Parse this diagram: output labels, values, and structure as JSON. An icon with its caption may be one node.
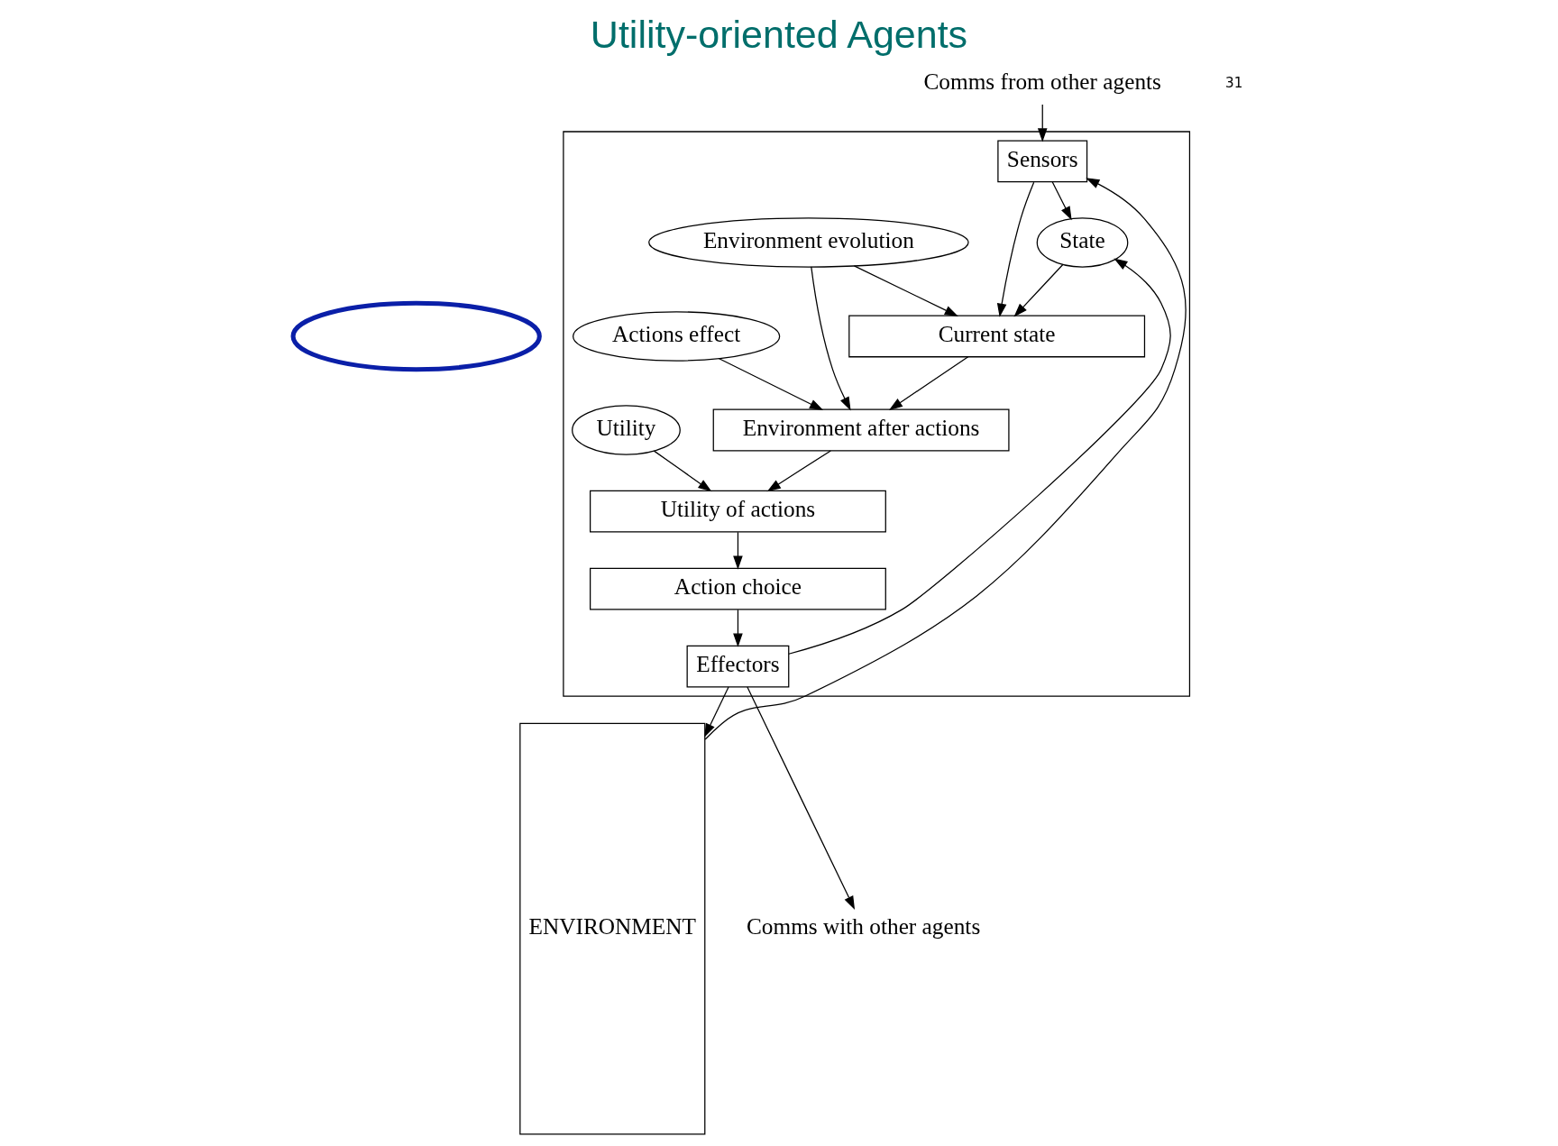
{
  "diagram": {
    "title": "Utility-oriented Agents",
    "nodes": [
      {
        "text": [],
        "shape": "box"
      },
      {
        "text": [
          "Sensors"
        ],
        "in": 0
      },
      {
        "text": [
          "State"
        ],
        "in": 0
      },
      {
        "text": [
          "Current state"
        ],
        "in": 0
      },
      {
        "text": [
          "Environment evolution"
        ],
        "in": 0
      },
      {
        "text": [
          "Environment after actions"
        ],
        "in": 0
      },
      {
        "text": [
          "Actions effect"
        ],
        "in": 0
      },
      {
        "text": [
          "Utility of actions"
        ],
        "in": 0
      },
      {
        "text": [
          "Utility"
        ],
        "in": 0
      },
      {
        "text": [
          "Action choice"
        ],
        "in": 0
      },
      {
        "text": [
          "Effectors"
        ],
        "in": 0
      },
      {
        "text": [
          "ENVIRONMENT"
        ]
      },
      {
        "text": [
          "Comms from other agents"
        ]
      },
      {
        "text": [
          "Comms with other agents"
        ]
      },
      {
        "text": [],
        "shape": "ellipse"
      }
    ],
    "edges": [
      {
        "from": 12,
        "to": 1,
        "arrow": "to"
      },
      {
        "from": 1,
        "to": 2,
        "arrow": "to"
      },
      {
        "from": 11,
        "to": 1,
        "arrow": "to"
      },
      {
        "from": 1,
        "to": 3,
        "arrow": "to"
      },
      {
        "from": 2,
        "to": 3,
        "arrow": "to"
      },
      {
        "from": 4,
        "to": 3,
        "arrow": "to"
      },
      {
        "from": 4,
        "to": 5,
        "arrow": "to"
      },
      {
        "from": 6,
        "to": 5,
        "arrow": "to"
      },
      {
        "from": 3,
        "to": 5,
        "arrow": "to"
      },
      {
        "from": 5,
        "to": 7,
        "arrow": "to"
      },
      {
        "from": 8,
        "to": 7,
        "arrow": "to"
      },
      {
        "from": 7,
        "to": 9,
        "arrow": "to"
      },
      {
        "from": 9,
        "to": 10,
        "arrow": "to"
      },
      {
        "from": 10,
        "to": 2,
        "arrow": "to"
      },
      {
        "from": 10,
        "to": 11,
        "arrow": "to"
      },
      {
        "from": 10,
        "to": 13,
        "arrow": "to"
      }
    ],
    "labels": [
      "31"
    ]
  }
}
